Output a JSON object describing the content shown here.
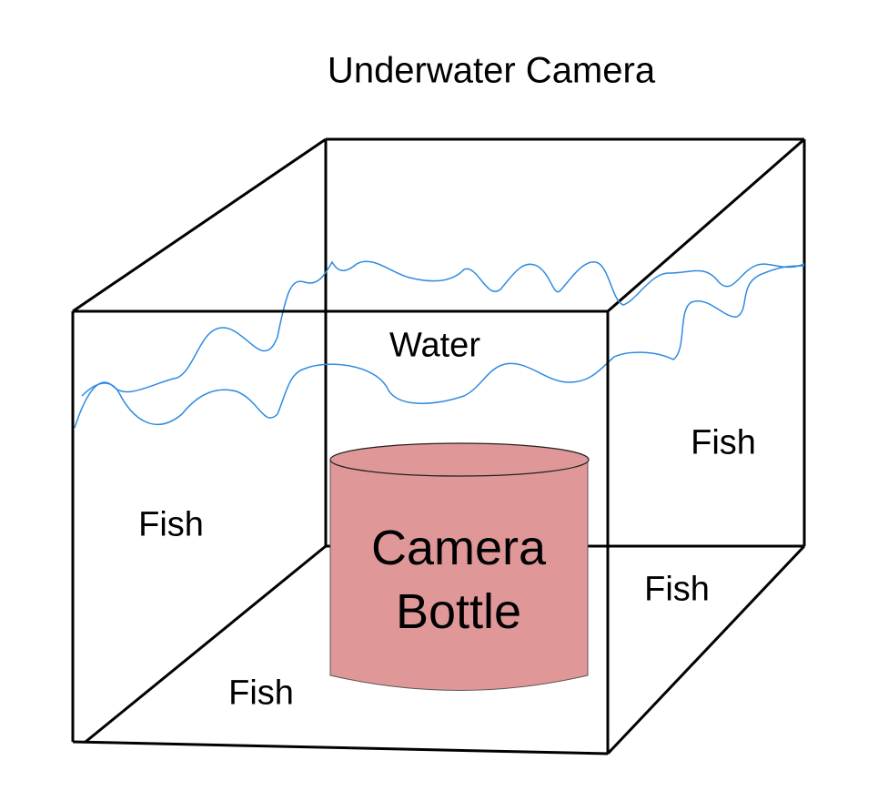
{
  "title": "Underwater Camera",
  "labels": {
    "water": "Water",
    "fish_left": "Fish",
    "fish_right_wall": "Fish",
    "fish_right_floor": "Fish",
    "fish_floor": "Fish",
    "bottle_line1": "Camera",
    "bottle_line2": "Bottle"
  },
  "colors": {
    "bottle_fill": "#e09797",
    "water_line": "#2f8be0",
    "edges": "#000000"
  }
}
